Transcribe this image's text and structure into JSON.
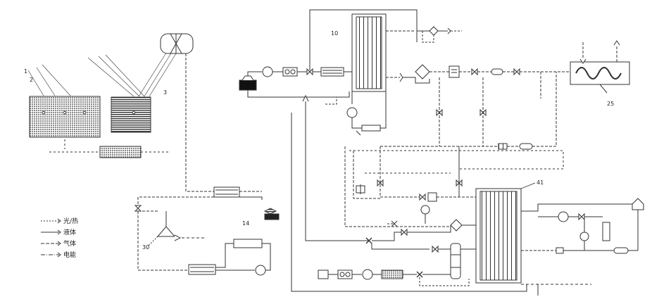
{
  "labels": {
    "l1": "1",
    "l2": "2",
    "l3": "3",
    "l10": "10",
    "l14": "14",
    "l25": "25",
    "l30": "30",
    "l41": "41"
  },
  "legend": [
    {
      "text": "光/热",
      "style": "light-heat"
    },
    {
      "text": "液体",
      "style": "liquid"
    },
    {
      "text": "气体",
      "style": "gas"
    },
    {
      "text": "电能",
      "style": "electric"
    }
  ],
  "colors": {
    "line": "#333333",
    "hatch": "#444444"
  }
}
